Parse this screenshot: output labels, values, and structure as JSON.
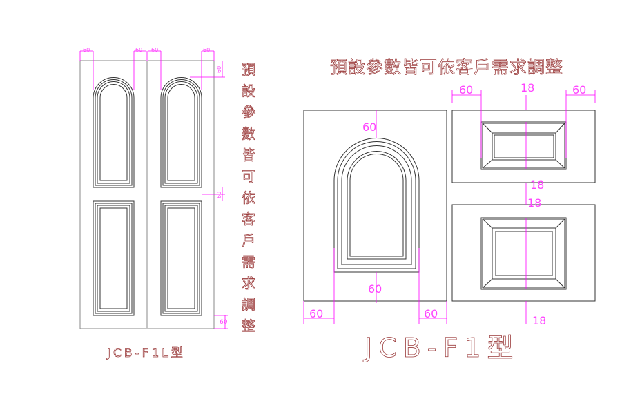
{
  "note": {
    "title": "預設參數皆可依客戶需求調整",
    "vertical_chars": [
      "預",
      "設",
      "參",
      "數",
      "皆",
      "可",
      "依",
      "客",
      "戶",
      "需",
      "求",
      "調",
      "整"
    ]
  },
  "left_drawing": {
    "label": "JCB-F1L型",
    "dims": {
      "top_margin_1": "60",
      "top_margin_2": "60",
      "top_margin_3": "60",
      "top_margin_4": "60",
      "arch_top": "60",
      "mid_rail": "60",
      "bottom_rail": "60"
    }
  },
  "right_drawing": {
    "label": "JCB-F1型",
    "dims": {
      "arch_top": "60",
      "arch_bottom": "60",
      "left_margin": "60",
      "right_margin": "60",
      "rect_left": "60",
      "rect_center": "18",
      "rect_right": "60",
      "gap_1": "18",
      "gap_2": "18",
      "bottom": "18"
    }
  }
}
